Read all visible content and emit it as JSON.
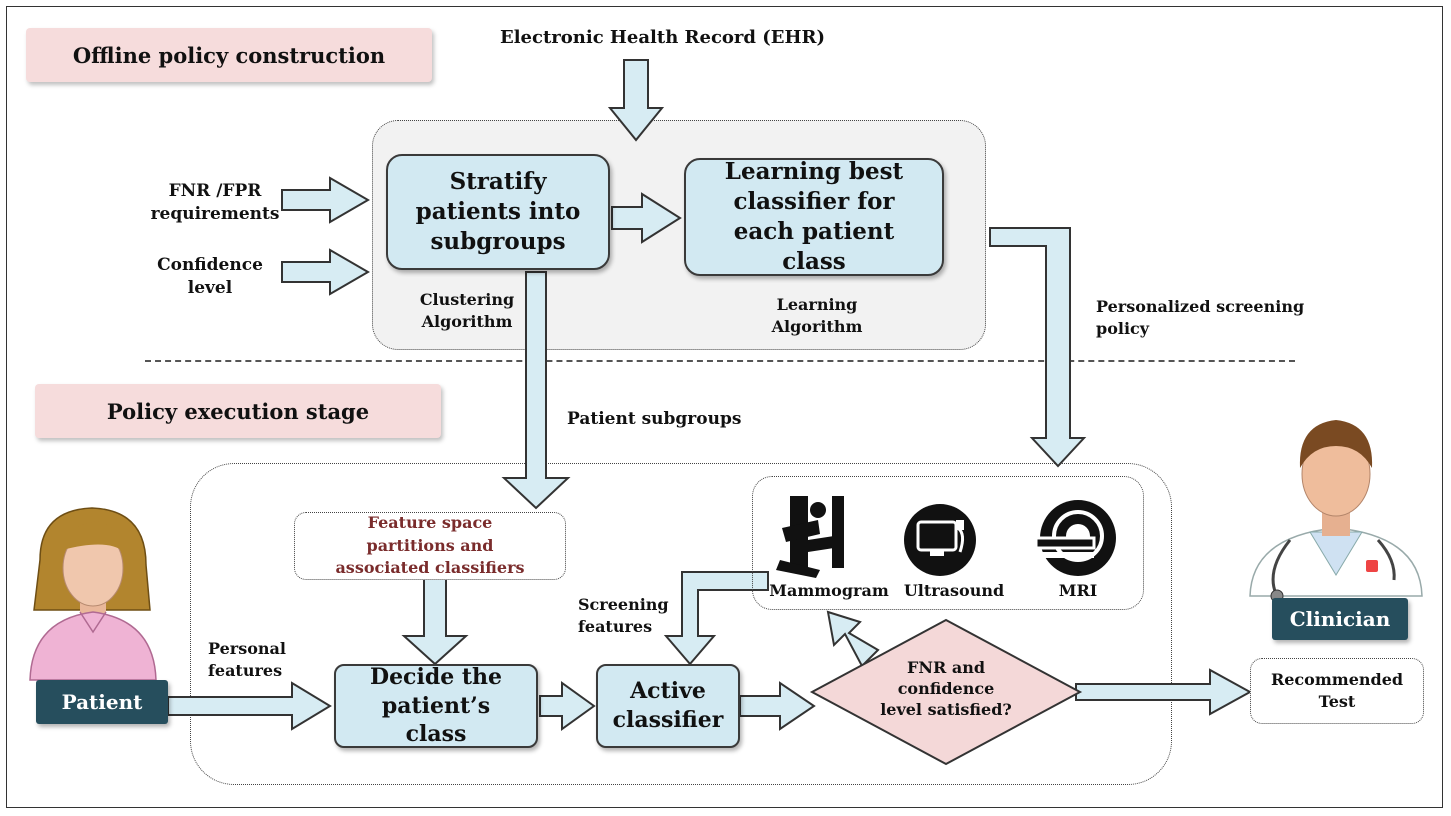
{
  "stages": {
    "offline": "Offline policy construction",
    "execution": "Policy execution stage"
  },
  "inputs": {
    "ehr": "Electronic Health Record (EHR)",
    "fnr_fpr": "FNR /FPR requirements",
    "confidence": "Confidence level"
  },
  "offline_boxes": {
    "stratify": "Stratify patients into subgroups",
    "learning": "Learning best classifier for each patient class",
    "clustering": "Clustering Algorithm",
    "learning_algorithm": "Learning Algorithm"
  },
  "flows": {
    "personalized_policy": "Personalized screening policy",
    "patient_subgroups": "Patient subgroups",
    "personal_features": "Personal features",
    "screening_features": "Screening features"
  },
  "execution_boxes": {
    "feature_space": "Feature space partitions and associated classifiers",
    "decide_class": "Decide the patient’s class",
    "active_classifier": "Active classifier",
    "decision": "FNR and confidence level satisfied?",
    "recommended": "Recommended Test"
  },
  "modalities": [
    "Mammogram",
    "Ultrasound",
    "MRI"
  ],
  "actors": {
    "patient": "Patient",
    "clinician": "Clinician"
  }
}
